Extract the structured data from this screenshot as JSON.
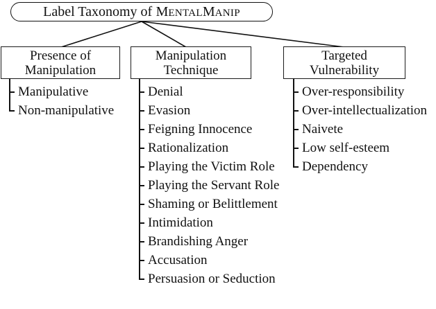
{
  "colors": {
    "ink": "#111111",
    "background": "#ffffff"
  },
  "root": {
    "title_prefix": "Label Taxonomy of",
    "name_cap1": "M",
    "name_small1": "ENTAL",
    "name_cap2": "M",
    "name_small2": "ANIP"
  },
  "columns": [
    {
      "id": "presence",
      "title_line1": "Presence of",
      "title_line2": "Manipulation",
      "items": [
        "Manipulative",
        "Non-manipulative"
      ]
    },
    {
      "id": "technique",
      "title_line1": "Manipulation",
      "title_line2": "Technique",
      "items": [
        "Denial",
        "Evasion",
        "Feigning Innocence",
        "Rationalization",
        "Playing the Victim Role",
        "Playing the Servant Role",
        "Shaming or Belittlement",
        "Intimidation",
        "Brandishing Anger",
        "Accusation",
        "Persuasion or Seduction"
      ]
    },
    {
      "id": "vulnerability",
      "title_line1": "Targeted",
      "title_line2": "Vulnerability",
      "items": [
        "Over-responsibility",
        "Over-intellectualization",
        "Naivete",
        "Low self-esteem",
        "Dependency"
      ]
    }
  ]
}
